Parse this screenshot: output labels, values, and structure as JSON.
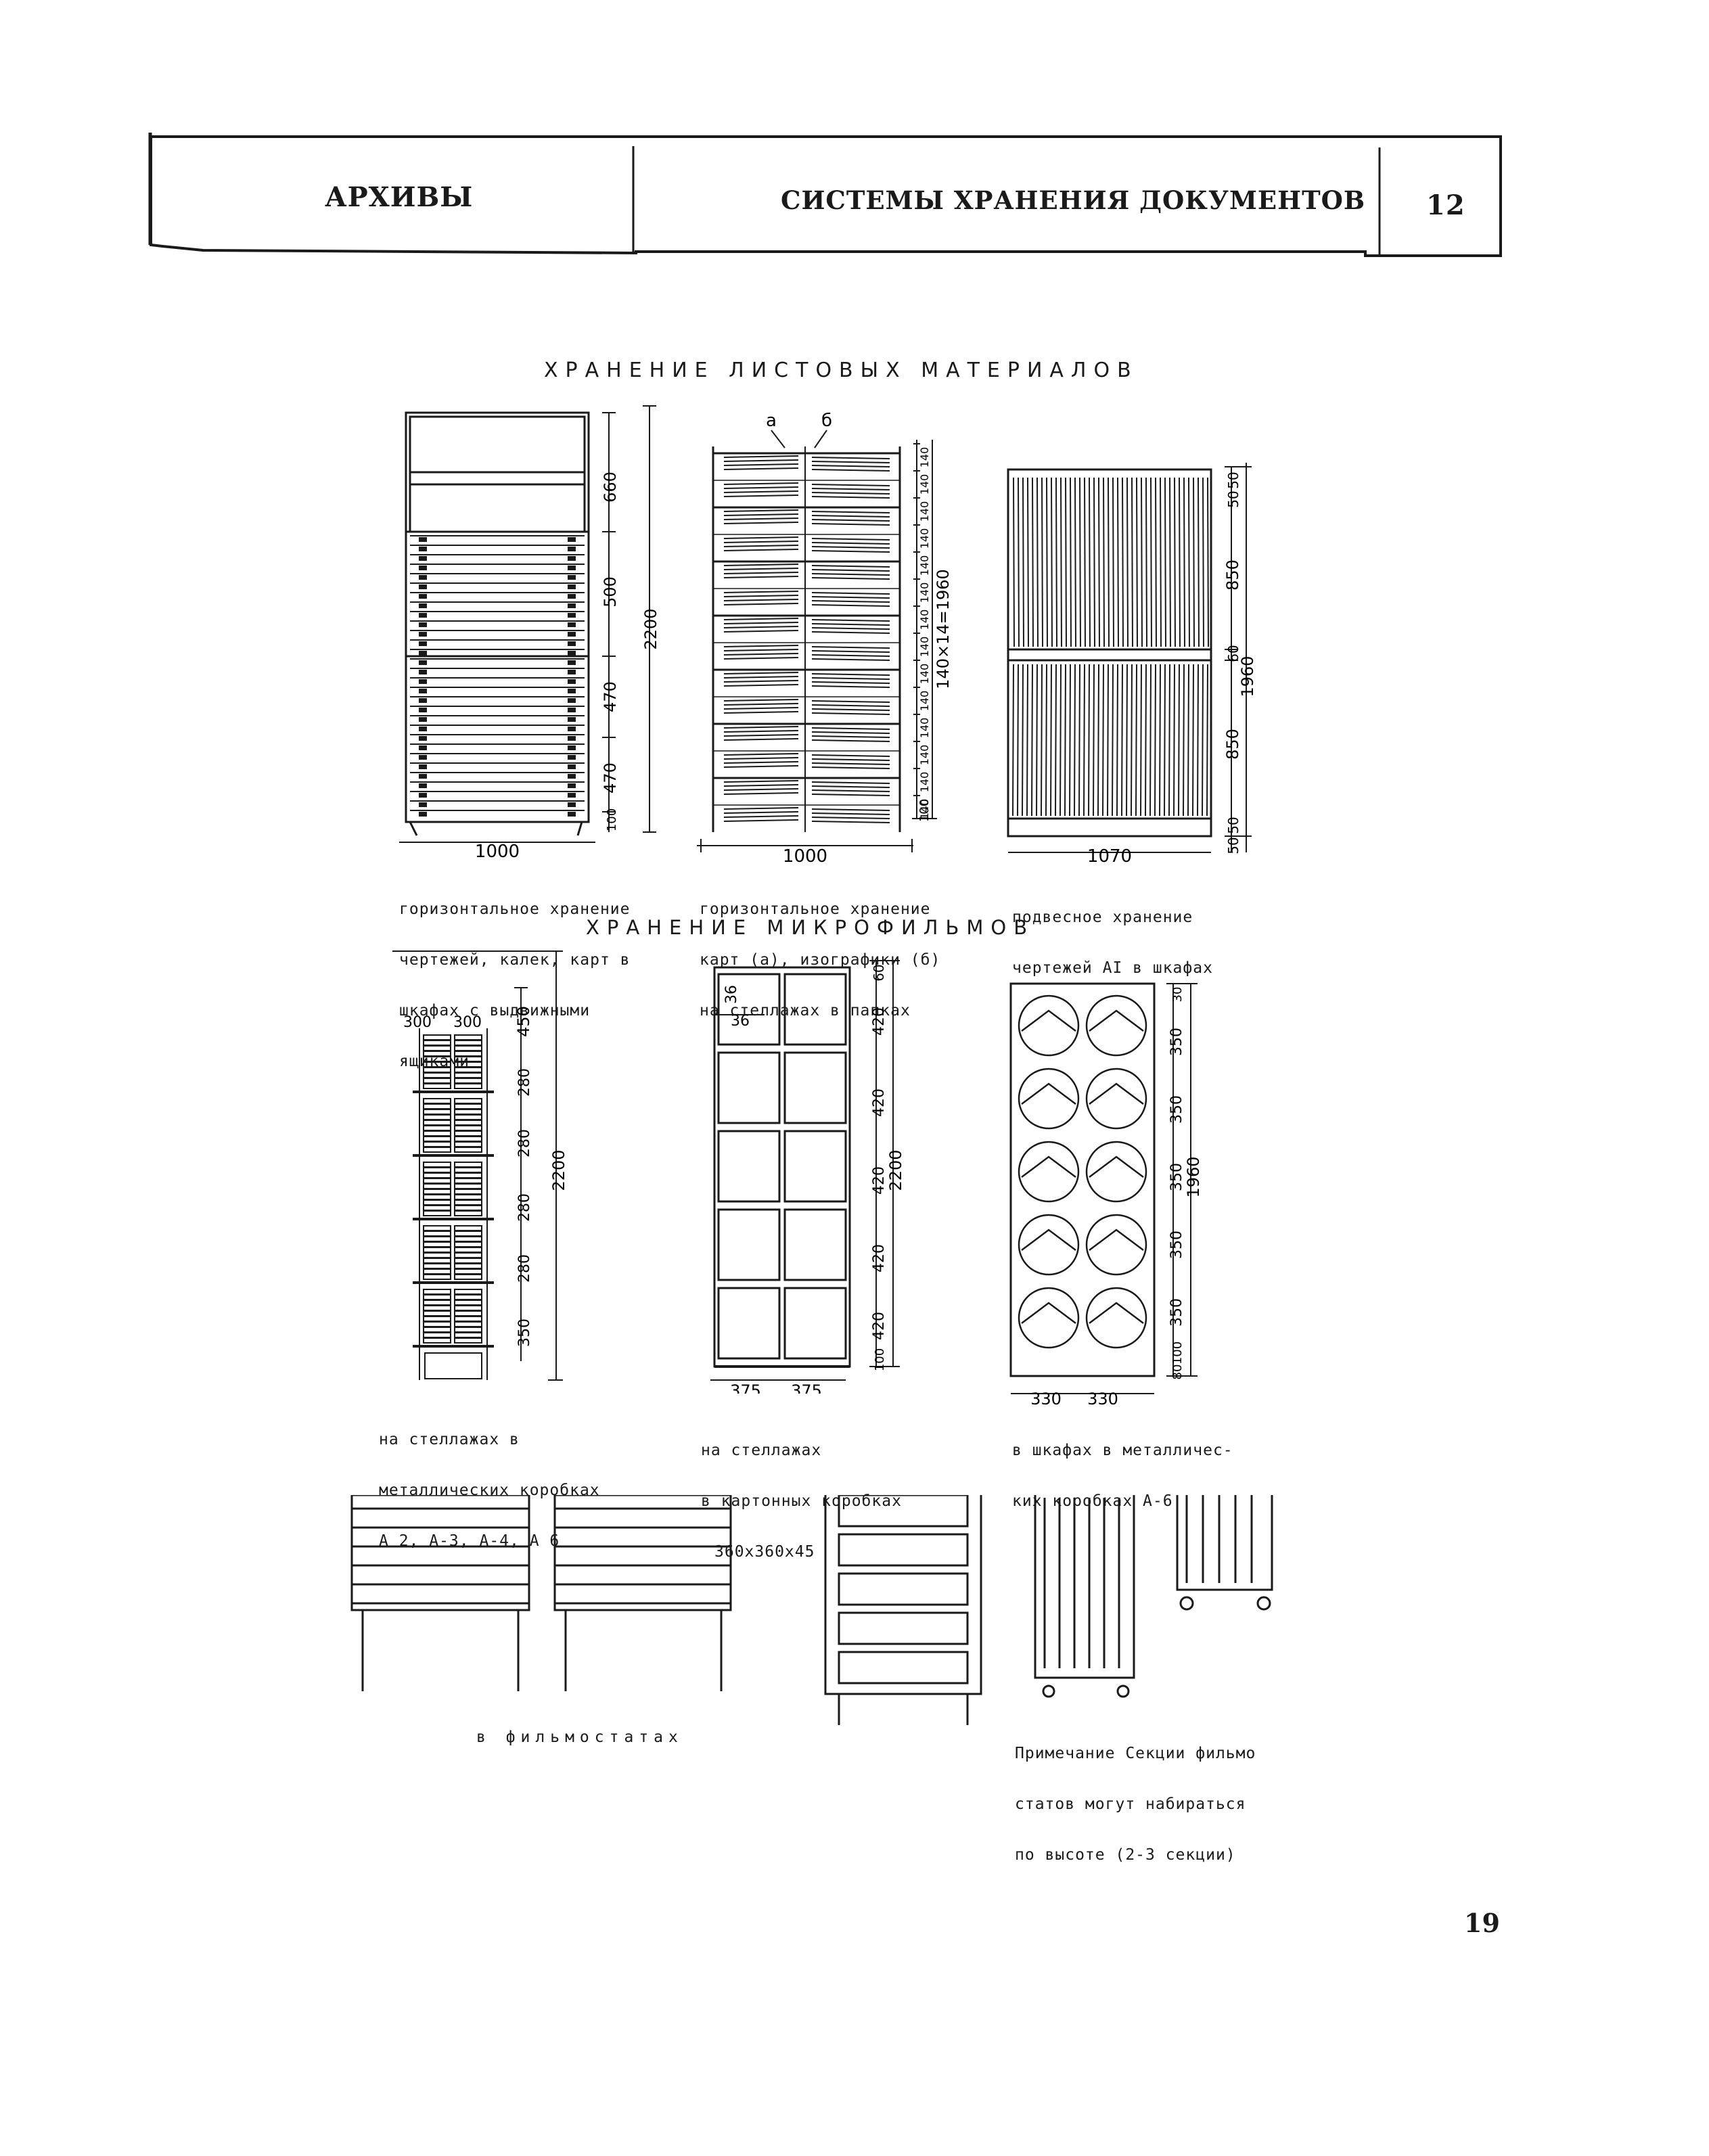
{
  "header": {
    "section": "АРХИВЫ",
    "topic": "СИСТЕМЫ ХРАНЕНИЯ ДОКУМЕНТОВ",
    "sheet_number": "12"
  },
  "sheet_storage": {
    "title": "ХРАНЕНИЕ ЛИСТОВЫХ МАТЕРИАЛОВ",
    "fig1": {
      "caption_lines": [
        "горизонтальное хранение",
        "чертежей, калек, карт в",
        "шкафах с выдвижными",
        "ящиками"
      ],
      "dims": {
        "w": "1000",
        "h_total": "2200",
        "a": "660",
        "b": "500",
        "c": "470",
        "d": "470",
        "e": "100"
      }
    },
    "fig2": {
      "caption_lines": [
        "горизонтальное хранение",
        "карт (а), изографики (б)",
        "на стеллажах в папках"
      ],
      "labels": {
        "a": "а",
        "b": "б"
      },
      "dims": {
        "w": "1000",
        "total": "140×14=1960",
        "step": "140",
        "base": "100"
      }
    },
    "fig3": {
      "caption_lines": [
        "подвесное хранение",
        "чертежей АI в шкафах"
      ],
      "dims": {
        "w": "1070",
        "total": "1960",
        "a": "850",
        "b": "850",
        "mid": "60",
        "top1": "50",
        "top2": "50",
        "bot1": "50",
        "bot2": "50"
      }
    }
  },
  "microfilm_storage": {
    "title": "ХРАНЕНИЕ МИКРОФИЛЬМОВ",
    "fig4": {
      "caption_lines": [
        "на стеллажах в",
        "металлических коробках",
        "А 2, А-3, А-4, А 6"
      ],
      "dims": {
        "w1": "300",
        "w2": "300",
        "total": "2200",
        "top": "450",
        "r1": "280",
        "r2": "280",
        "r3": "280",
        "r4": "280",
        "bottom": "350"
      }
    },
    "fig5": {
      "caption_lines": [
        "на стеллажах",
        "в картонных коробках",
        "360х360х45"
      ],
      "dims": {
        "w1": "375",
        "w2": "375",
        "total": "2200",
        "top": "60",
        "cell": "420",
        "base": "100",
        "gap": "36"
      }
    },
    "fig6": {
      "caption_lines": [
        "в шкафах в металличес-",
        "ких коробках А-6"
      ],
      "dims": {
        "w1": "330",
        "w2": "330",
        "total": "1960",
        "top": "30",
        "cell": "350",
        "b1": "100",
        "b2": "80"
      }
    }
  },
  "filmostats": {
    "caption": "в фильмостатах",
    "note_lines": [
      "Примечание Секции фильмо",
      "статов могут набираться",
      "по высоте (2-3 секции)"
    ]
  },
  "page_number": "19"
}
